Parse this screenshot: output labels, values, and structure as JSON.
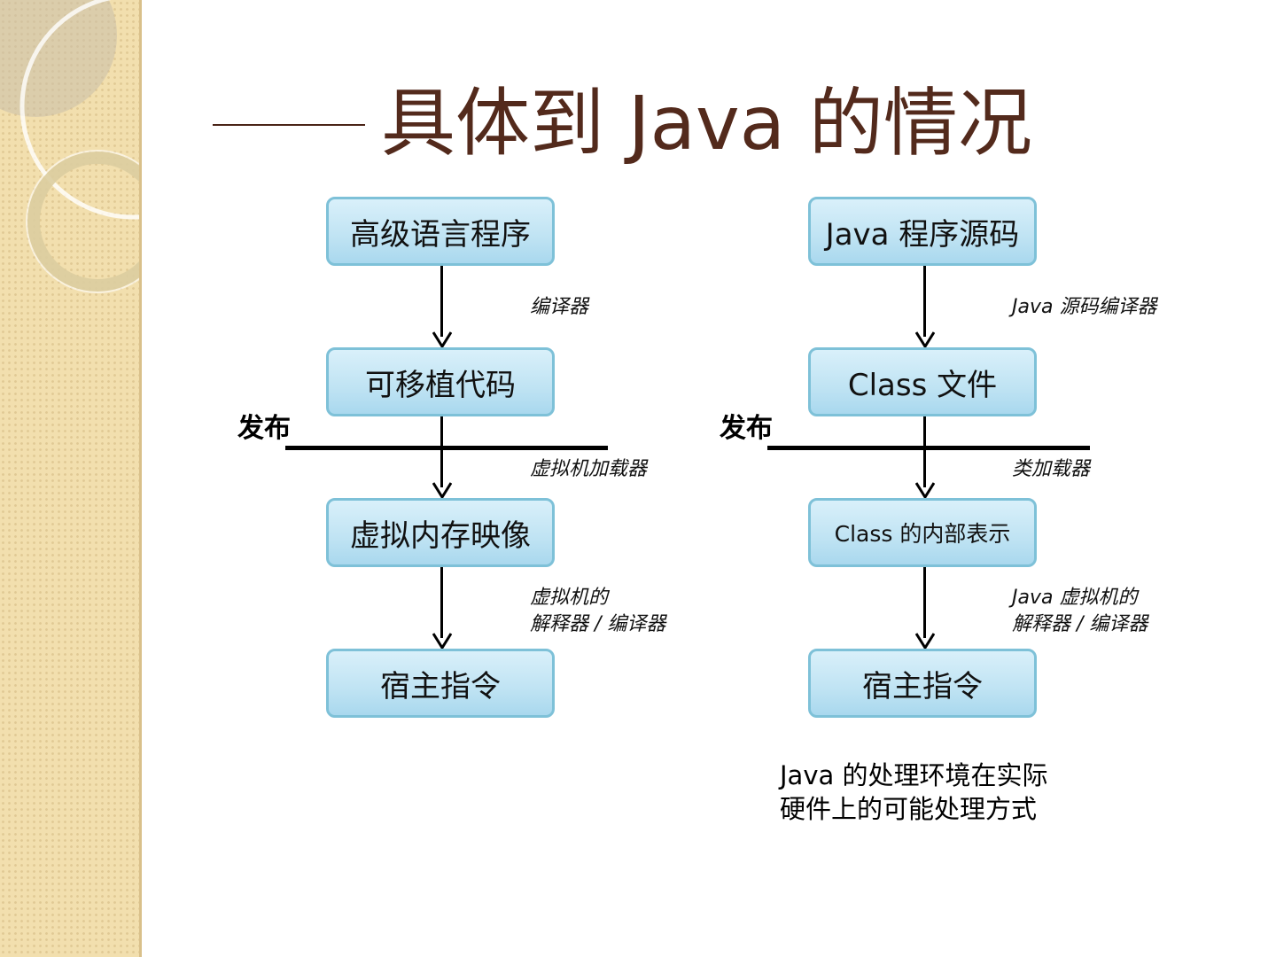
{
  "title": "具体到 Java 的情况",
  "left_flow": {
    "boxes": [
      "高级语言程序",
      "可移植代码",
      "虚拟内存映像",
      "宿主指令"
    ],
    "release_label": "发布",
    "annotations": {
      "a1": "编译器",
      "a2": "虚拟机加载器",
      "a3_line1": "虚拟机的",
      "a3_line2": "解释器 / 编译器"
    }
  },
  "right_flow": {
    "boxes": [
      "Java 程序源码",
      "Class 文件",
      "Class 的内部表示",
      "宿主指令"
    ],
    "release_label": "发布",
    "annotations": {
      "a1": "Java 源码编译器",
      "a2": "类加载器",
      "a3_line1": "Java 虚拟机的",
      "a3_line2": "解释器 / 编译器"
    }
  },
  "caption": {
    "line1": "Java 的处理环境在实际",
    "line2": "硬件上的可能处理方式"
  },
  "colors": {
    "title": "#532a1c",
    "box_border": "#7ec1d8",
    "box_fill": "#bfe3f3",
    "side_strip": "#f2dfae"
  }
}
